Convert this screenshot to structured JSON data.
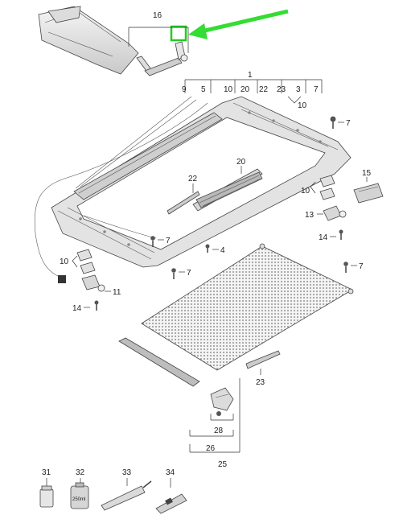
{
  "diagram": {
    "callouts": {
      "c16": "16",
      "c1": "1",
      "c9": "9",
      "c5": "5",
      "c10a": "10",
      "c20a": "20",
      "c22a": "22",
      "c23a": "23",
      "c3": "3",
      "c7a": "7",
      "c10b": "10",
      "c7b": "7",
      "c20b": "20",
      "c22b": "22",
      "c15": "15",
      "c10c": "10",
      "c13": "13",
      "c14a": "14",
      "c7c": "7",
      "c4": "4",
      "c7d": "7",
      "c10d": "10",
      "c11": "11",
      "c14b": "14",
      "c7e": "7",
      "c23b": "23",
      "c28": "28",
      "c26": "26",
      "c25": "25",
      "c31": "31",
      "c32": "32",
      "c33": "33",
      "c34": "34"
    },
    "can_label": "250ml",
    "colors": {
      "arrow": "#33dd33",
      "highlight_box": "#22cc22",
      "line": "#333333",
      "part_fill": "#e8e8e8"
    }
  }
}
